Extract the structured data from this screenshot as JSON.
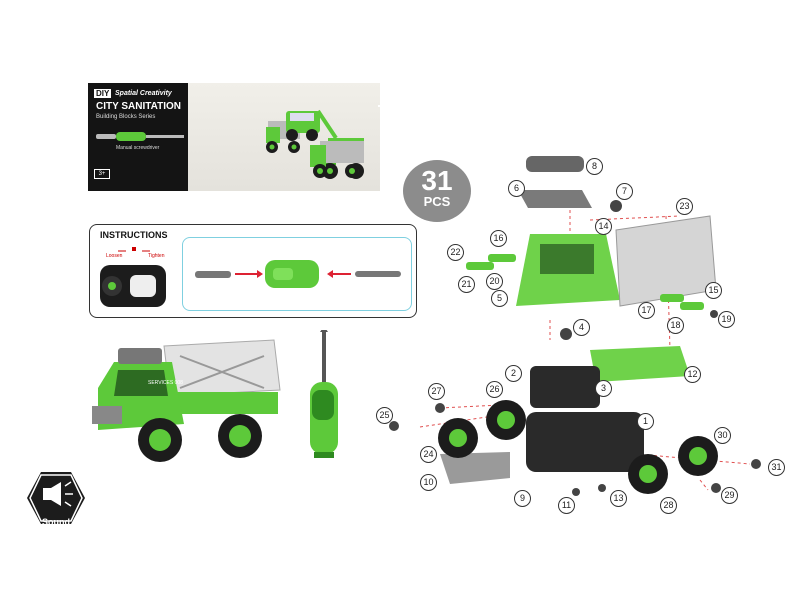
{
  "box": {
    "badge": "DIY",
    "brand": "Spatial Creativity",
    "title": "CITY SANITATION",
    "subtitle": "Building Blocks Series",
    "tool_label": "Manual screwdriver",
    "age": "3+"
  },
  "pieces": {
    "count": "31",
    "label": "PCS"
  },
  "instructions": {
    "title": "INSTRUCTIONS",
    "loosen_label": "Loosen",
    "tighten_label": "Tighten"
  },
  "sound": {
    "label": "Sound"
  },
  "truck_plate": "SERVICES 008",
  "callouts": [
    "1",
    "2",
    "3",
    "4",
    "5",
    "6",
    "7",
    "8",
    "9",
    "10",
    "11",
    "12",
    "13",
    "14",
    "15",
    "16",
    "17",
    "18",
    "19",
    "20",
    "21",
    "22",
    "23",
    "24",
    "25",
    "26",
    "27",
    "28",
    "29",
    "30",
    "31"
  ],
  "colors": {
    "green": "#5dc93a",
    "dark_green": "#2e8a20",
    "black": "#1c1c1c",
    "gray": "#9a9a9a",
    "cyan": "#7fd0e0"
  }
}
